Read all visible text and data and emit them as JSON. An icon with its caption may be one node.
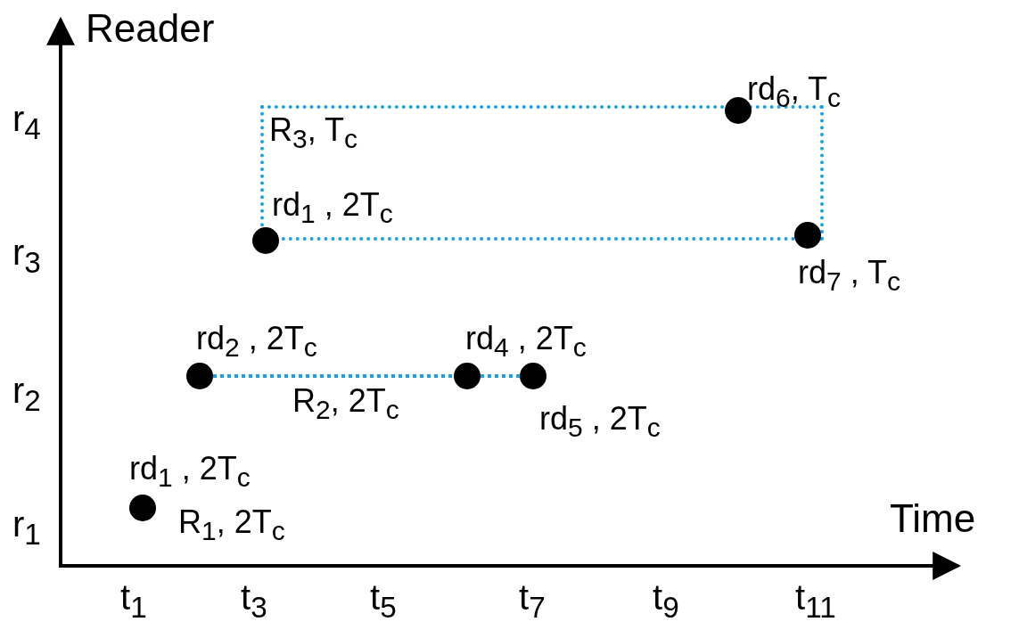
{
  "diagram": {
    "nodes": [
      {
        "text": [],
        "shape": "circle",
        "beside": [
          "rd$_{1}$ , 2T$_{c}$",
          "R$_{1}$, 2T$_{c}$"
        ]
      },
      {
        "text": [],
        "shape": "circle",
        "beside": [
          "rd$_{2}$ , 2T$_{c}$"
        ]
      },
      {
        "text": [],
        "shape": "circle",
        "beside": [
          "rd$_{4}$ , 2T$_{c}$"
        ]
      },
      {
        "text": [],
        "shape": "circle",
        "beside": [
          "rd$_{5}$ , 2T$_{c}$"
        ]
      },
      {
        "text": [
          "R$_{3}$, T$_{c}$"
        ]
      },
      {
        "text": [],
        "shape": "circle",
        "beside": [
          "rd$_{1}$ , 2T$_{c}$"
        ]
      },
      {
        "text": [],
        "shape": "circle",
        "beside": [
          "rd$_{6}$, T$_{c}$"
        ]
      },
      {
        "text": [],
        "shape": "circle",
        "beside": [
          "rd$_{7}$ , T$_{c}$"
        ]
      }
    ],
    "edges": [
      {
        "from": 1,
        "to": 2,
        "arrow": "none",
        "label": "R$_{2}$, 2T$_{c}$",
        "style": "dashed",
        "color": "#1ba1e2"
      },
      {
        "from": 2,
        "to": 3,
        "arrow": "none",
        "style": "dashed",
        "color": "#1ba1e2"
      }
    ],
    "labels": [
      "Reader",
      "r$_{4}$",
      "r$_{3}$",
      "r$_{2}$",
      "r$_{1}$",
      "Time",
      "t$_{1}$",
      "t$_{3}$",
      "t$_{5}$",
      "t$_{7}$",
      "t$_{9}$",
      "t$_{11}$"
    ]
  }
}
